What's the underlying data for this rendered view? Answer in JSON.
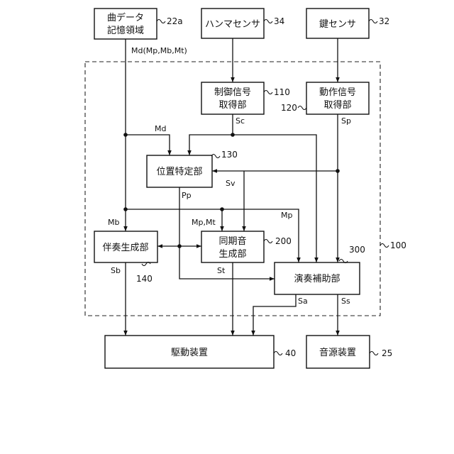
{
  "blocks": {
    "song_storage": {
      "line1": "曲データ",
      "line2": "記憶領域",
      "ref": "22a"
    },
    "hammer_sensor": {
      "label": "ハンマセンサ",
      "ref": "34"
    },
    "key_sensor": {
      "label": "鍵センサ",
      "ref": "32"
    },
    "control_signal": {
      "line1": "制御信号",
      "line2": "取得部",
      "ref": "110"
    },
    "action_signal": {
      "line1": "動作信号",
      "line2": "取得部",
      "ref": "120"
    },
    "position_identify": {
      "label": "位置特定部",
      "ref": "130"
    },
    "accompaniment": {
      "label": "伴奏生成部",
      "ref": "140"
    },
    "sync_sound": {
      "line1": "同期音",
      "line2": "生成部",
      "ref": "200"
    },
    "performance_assist": {
      "label": "演奏補助部",
      "ref": "300"
    },
    "drive_device": {
      "label": "駆動装置",
      "ref": "40"
    },
    "sound_source": {
      "label": "音源装置",
      "ref": "25"
    },
    "system": {
      "ref": "100"
    }
  },
  "signals": {
    "md_full": "Md(Mp,Mb,Mt)",
    "md": "Md",
    "sc": "Sc",
    "sp": "Sp",
    "pp": "Pp",
    "sv": "Sv",
    "mb": "Mb",
    "mp_mt": "Mp,Mt",
    "mp": "Mp",
    "sb": "Sb",
    "st": "St",
    "sa": "Sa",
    "ss": "Ss"
  }
}
